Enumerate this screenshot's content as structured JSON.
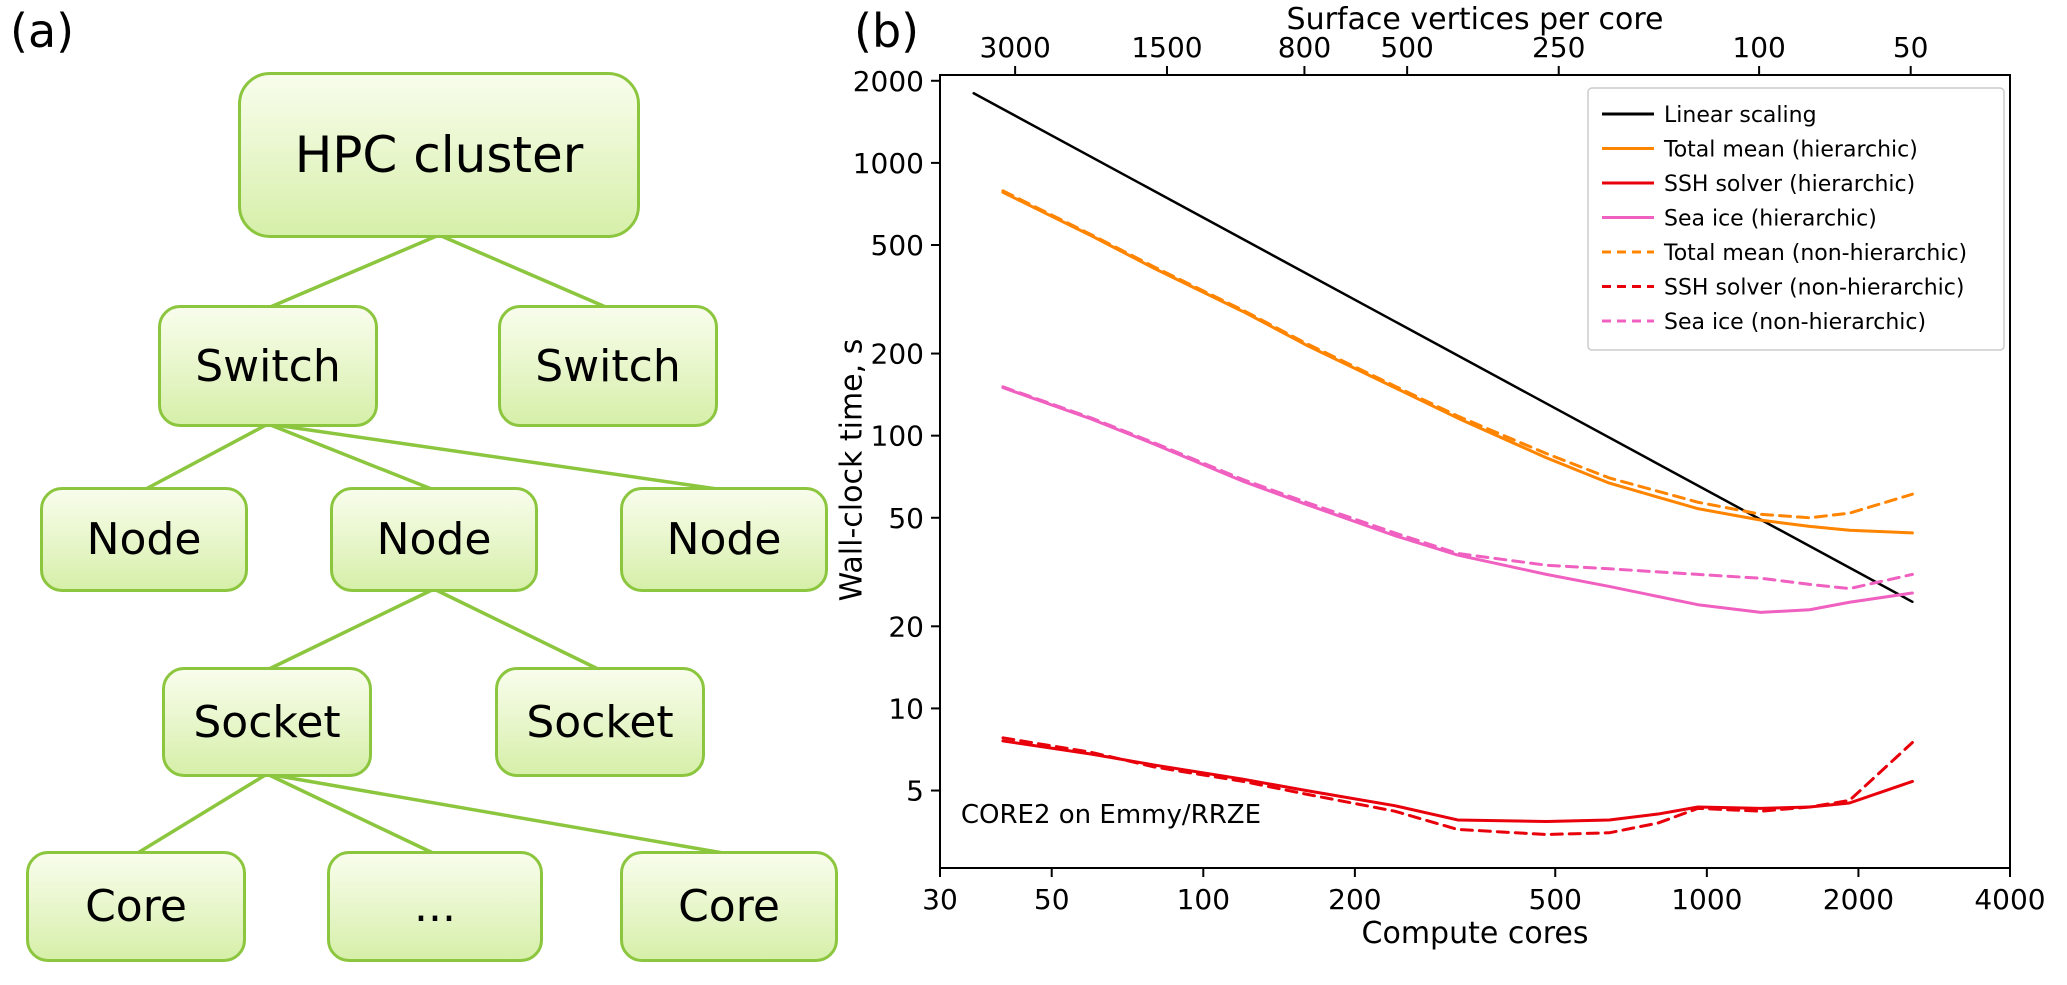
{
  "figure": {
    "panel_a_label": "(a)",
    "panel_b_label": "(b)"
  },
  "diagram": {
    "nodes": [
      {
        "label": "HPC cluster"
      },
      {
        "label": "Switch"
      },
      {
        "label": "Switch"
      },
      {
        "label": "Node"
      },
      {
        "label": "Node"
      },
      {
        "label": "Node"
      },
      {
        "label": "Socket"
      },
      {
        "label": "Socket"
      },
      {
        "label": "Core"
      },
      {
        "label": "..."
      },
      {
        "label": "Core"
      }
    ],
    "edges": [
      [
        0,
        1
      ],
      [
        0,
        2
      ],
      [
        1,
        3
      ],
      [
        1,
        4
      ],
      [
        1,
        5
      ],
      [
        4,
        6
      ],
      [
        4,
        7
      ],
      [
        6,
        8
      ],
      [
        6,
        9
      ],
      [
        6,
        10
      ]
    ],
    "colors": {
      "border": "#8cc63f",
      "edge": "#8cc63f",
      "fill_top": "#f8fdec",
      "fill_bottom": "#d6efa9"
    }
  },
  "chart_data": {
    "type": "line",
    "title": "",
    "xlabel": "Compute cores",
    "ylabel": "Wall-clock time, s",
    "xscale": "log",
    "yscale": "log",
    "grid": false,
    "xlim": [
      30,
      4000
    ],
    "ylim": [
      2.6,
      2100
    ],
    "x_ticks": [
      30,
      50,
      100,
      200,
      500,
      1000,
      2000,
      4000
    ],
    "y_ticks": [
      5,
      10,
      20,
      50,
      100,
      200,
      500,
      1000,
      2000
    ],
    "top_axis": {
      "label": "Surface vertices per core",
      "ticks": [
        {
          "label": "3000",
          "cores": 42.3
        },
        {
          "label": "1500",
          "cores": 84.7
        },
        {
          "label": "800",
          "cores": 158.8
        },
        {
          "label": "500",
          "cores": 254
        },
        {
          "label": "250",
          "cores": 508
        },
        {
          "label": "100",
          "cores": 1270
        },
        {
          "label": "50",
          "cores": 2540
        }
      ]
    },
    "legend": {
      "position": "top-right"
    },
    "annotation": {
      "text": "CORE2 on Emmy/RRZE",
      "x": 33,
      "y": 3.8
    },
    "series": [
      {
        "name": "Linear scaling",
        "color": "#000000",
        "style": "solid",
        "x": [
          35,
          2560
        ],
        "y": [
          1800,
          24.6
        ]
      },
      {
        "name": "Total mean (hierarchic)",
        "color": "#ff8400",
        "style": "solid",
        "x": [
          40,
          60,
          80,
          120,
          160,
          240,
          320,
          480,
          640,
          960,
          1280,
          1600,
          1920,
          2560
        ],
        "y": [
          780,
          540,
          410,
          285,
          215,
          150,
          116,
          83,
          67,
          54,
          49,
          46.5,
          45,
          44
        ]
      },
      {
        "name": "SSH solver (hierarchic)",
        "color": "#e8000b",
        "style": "solid",
        "x": [
          40,
          60,
          80,
          120,
          160,
          240,
          320,
          480,
          640,
          800,
          960,
          1280,
          1600,
          1920,
          2560
        ],
        "y": [
          7.6,
          6.8,
          6.2,
          5.5,
          5.0,
          4.4,
          3.9,
          3.85,
          3.9,
          4.1,
          4.35,
          4.3,
          4.35,
          4.5,
          5.4
        ]
      },
      {
        "name": "Sea ice (hierarchic)",
        "color": "#f060c0",
        "style": "solid",
        "x": [
          40,
          60,
          80,
          120,
          160,
          240,
          320,
          480,
          640,
          960,
          1280,
          1600,
          1920,
          2560
        ],
        "y": [
          150,
          115,
          93,
          68,
          56,
          43,
          36.5,
          31,
          28,
          24,
          22.5,
          23,
          24.5,
          26.5
        ]
      },
      {
        "name": "Total mean (non-hierarchic)",
        "color": "#ff8400",
        "style": "dashed",
        "x": [
          40,
          60,
          80,
          120,
          160,
          240,
          320,
          480,
          640,
          960,
          1280,
          1600,
          1920,
          2560
        ],
        "y": [
          790,
          545,
          415,
          288,
          218,
          152,
          118,
          86,
          70,
          57,
          51.5,
          50,
          52,
          61
        ]
      },
      {
        "name": "SSH solver (non-hierarchic)",
        "color": "#e8000b",
        "style": "dashed",
        "x": [
          40,
          60,
          80,
          120,
          160,
          240,
          320,
          480,
          640,
          800,
          960,
          1280,
          1600,
          1920,
          2560
        ],
        "y": [
          7.8,
          6.9,
          6.1,
          5.4,
          4.85,
          4.2,
          3.6,
          3.45,
          3.5,
          3.8,
          4.3,
          4.2,
          4.35,
          4.6,
          7.5
        ]
      },
      {
        "name": "Sea ice (non-hierarchic)",
        "color": "#f060c0",
        "style": "dashed",
        "x": [
          40,
          60,
          80,
          120,
          160,
          240,
          320,
          480,
          640,
          960,
          1280,
          1600,
          1920,
          2560
        ],
        "y": [
          151,
          116,
          94,
          69,
          57,
          44,
          37,
          33.5,
          32.5,
          31,
          30,
          28.5,
          27.5,
          31
        ]
      }
    ]
  }
}
